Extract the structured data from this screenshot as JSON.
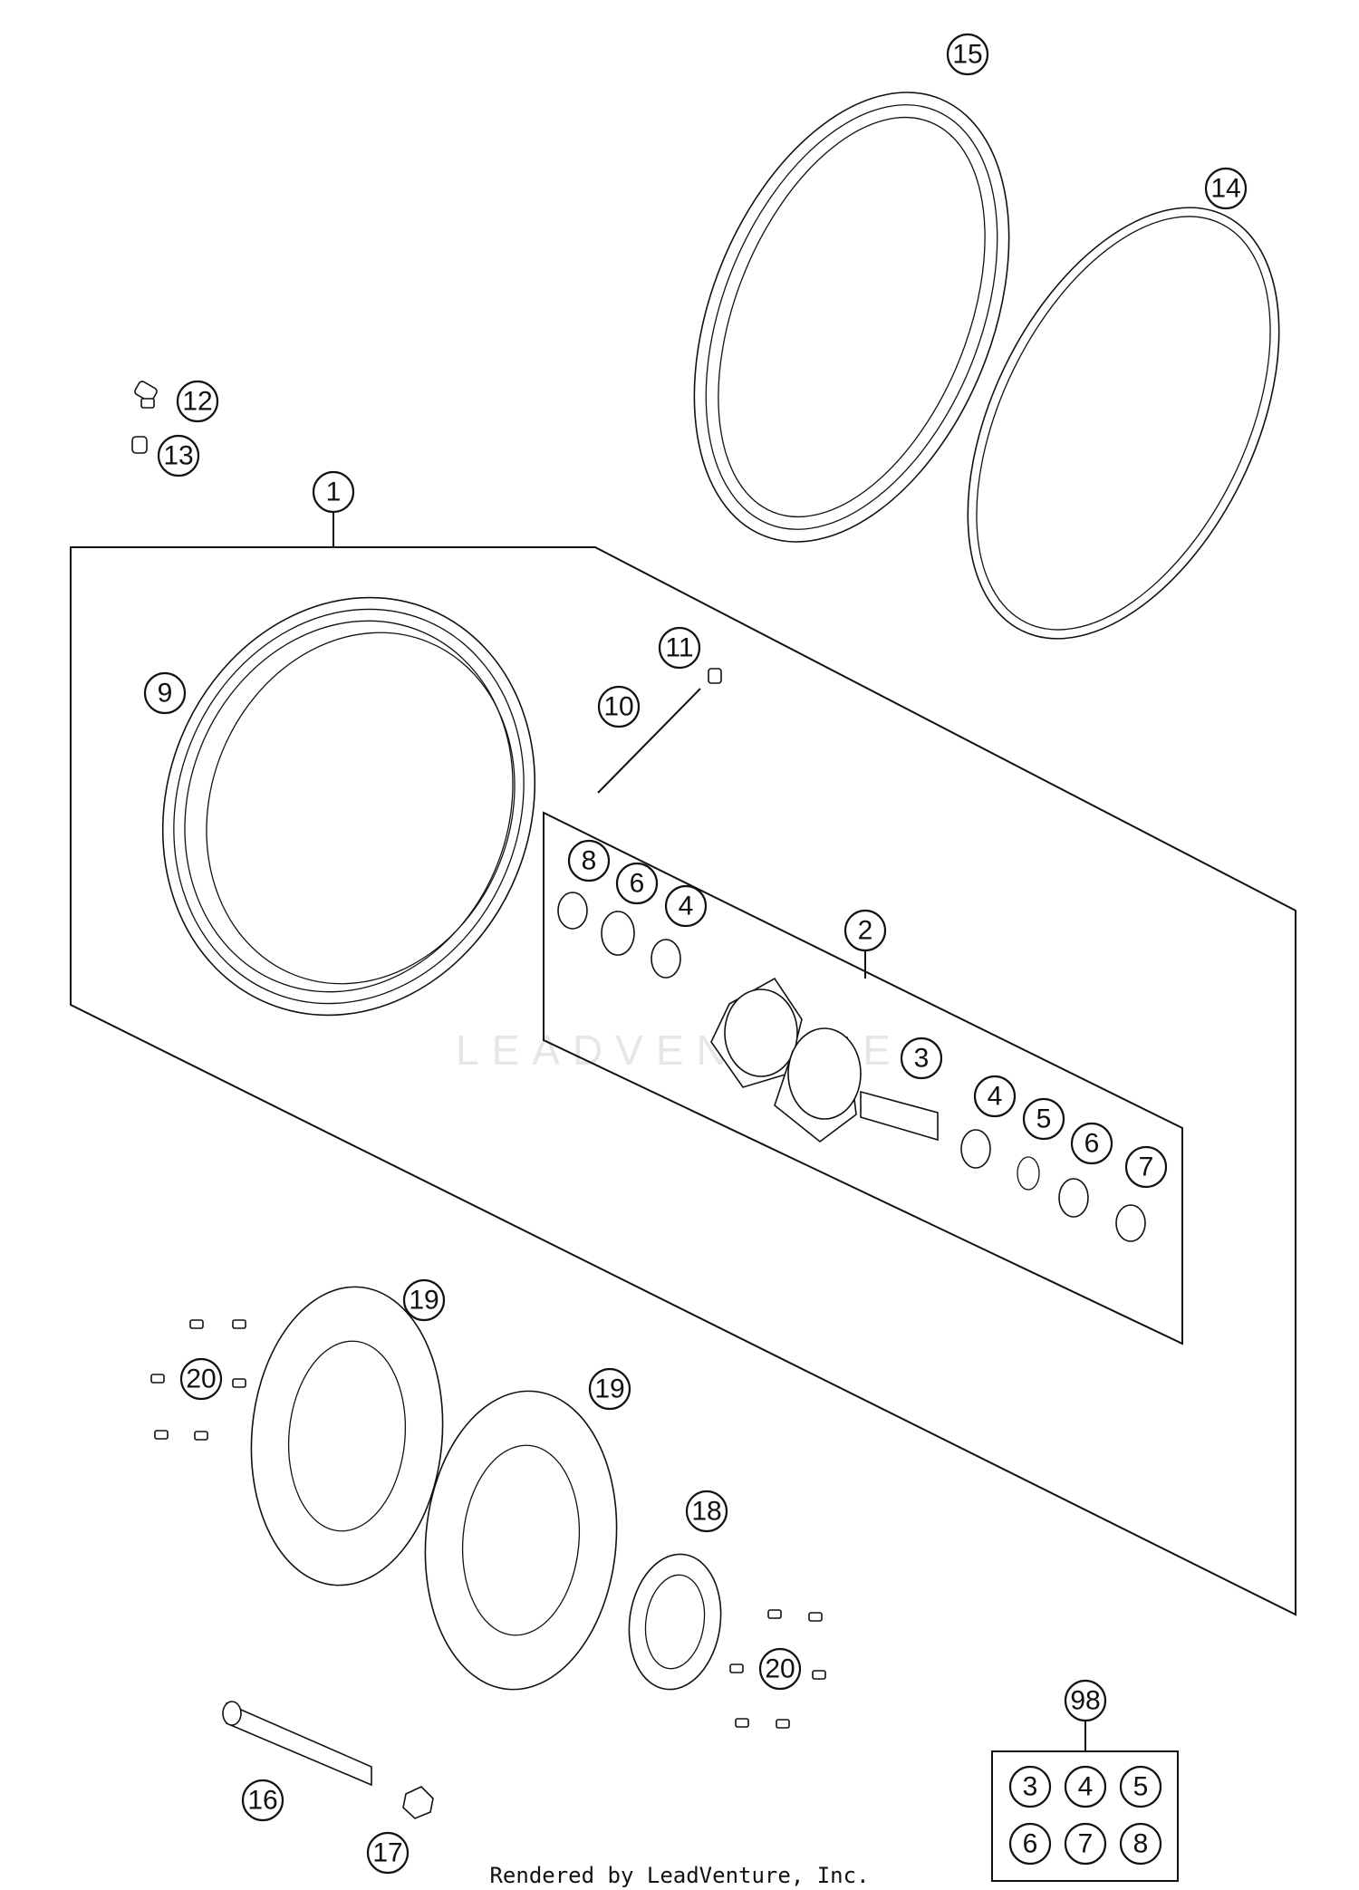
{
  "callouts": {
    "c1": "1",
    "c2": "2",
    "c3": "3",
    "c4a": "4",
    "c4b": "4",
    "c5": "5",
    "c6a": "6",
    "c6b": "6",
    "c7": "7",
    "c8": "8",
    "c9": "9",
    "c10": "10",
    "c11": "11",
    "c12": "12",
    "c13": "13",
    "c14": "14",
    "c15": "15",
    "c16": "16",
    "c17": "17",
    "c18": "18",
    "c19a": "19",
    "c19b": "19",
    "c20a": "20",
    "c20b": "20",
    "c98": "98"
  },
  "kit_98": {
    "row1": [
      "3",
      "4",
      "5"
    ],
    "row2": [
      "6",
      "7",
      "8"
    ]
  },
  "watermark": "LEADVENTURE",
  "footer": "Rendered by LeadVenture, Inc."
}
